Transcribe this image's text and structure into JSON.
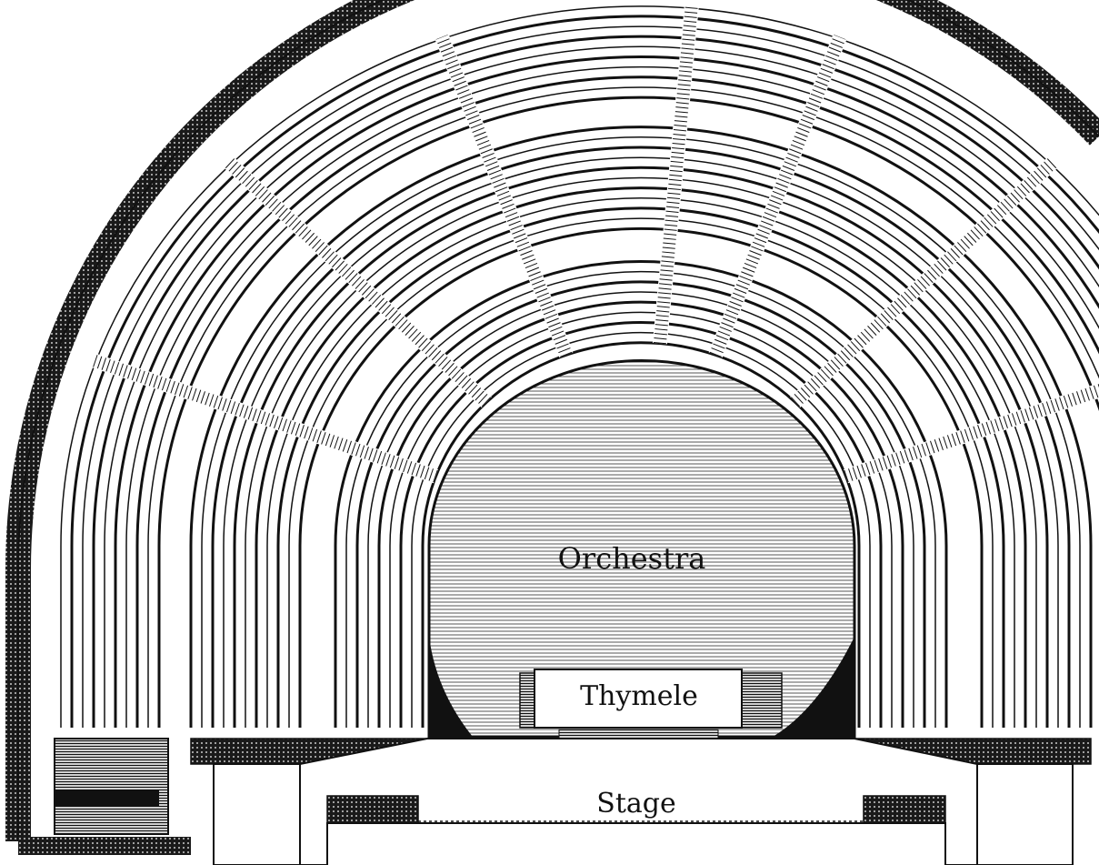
{
  "labels": {
    "orchestra": "Orchestra",
    "thymele": "Thymele",
    "stage": "Stage"
  },
  "colors": {
    "ink": "#111111",
    "paper": "#ffffff",
    "hatch": "#2a2a2a",
    "orchestra_fill": "#d9d9d9"
  }
}
